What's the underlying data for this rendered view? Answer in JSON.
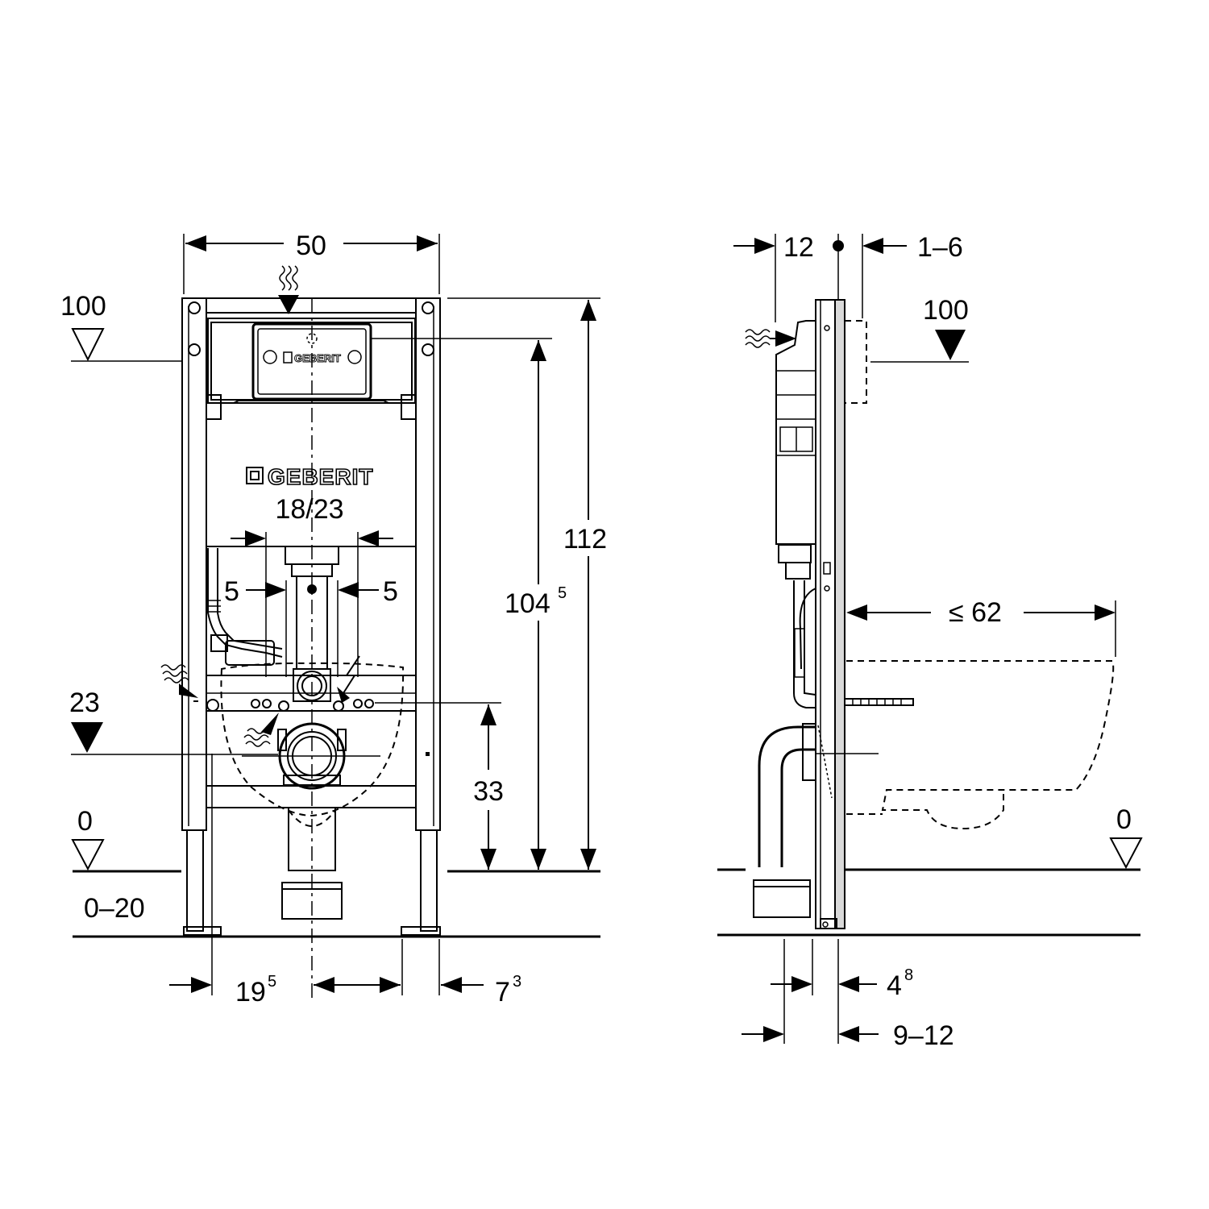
{
  "front_view": {
    "brand": "GEBERIT",
    "cistern_volume": "18/23",
    "width": "50",
    "height_frame": "112",
    "height_flush": {
      "base": "104",
      "sup": "5"
    },
    "height_drain": "33",
    "pipe_offset_left": "5",
    "pipe_offset_right": "5",
    "level_top": "100",
    "level_drain": "23",
    "level_floor": "0",
    "floor_range": "0–20",
    "dim_axis_left": {
      "base": "19",
      "sup": "5"
    },
    "dim_right_edge": {
      "base": "7",
      "sup": "3"
    }
  },
  "side_view": {
    "depth_top": "12",
    "wall_gap": "1–6",
    "level_top": "100",
    "bowl_projection": "≤ 62",
    "level_floor": "0",
    "dim_pipe": {
      "base": "4",
      "sup": "8"
    },
    "dim_depth_range": "9–12"
  },
  "icons": [
    "water-supply-icon",
    "electrical-supply-icon",
    "level-marker-icon"
  ]
}
